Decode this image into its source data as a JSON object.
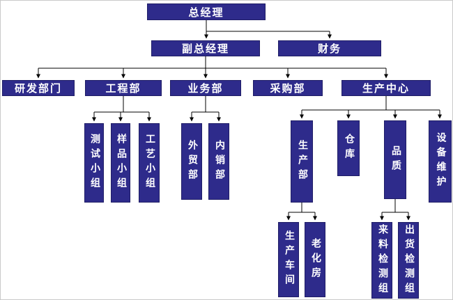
{
  "diagram_type": "org-chart",
  "colors": {
    "box_bg": "#2e2b8b",
    "box_text": "#ffffff",
    "line": "#000000"
  },
  "nodes": {
    "gm": {
      "label": "总经理"
    },
    "dgm": {
      "label": "副总经理"
    },
    "finance": {
      "label": "财务"
    },
    "rnd": {
      "label": "研发部门"
    },
    "engineering": {
      "label": "工程部"
    },
    "business": {
      "label": "业务部"
    },
    "purchasing": {
      "label": "采购部"
    },
    "production_center": {
      "label": "生产中心"
    },
    "test_group": {
      "label": "测试小组"
    },
    "sample_group": {
      "label": "样品小组"
    },
    "process_group": {
      "label": "工艺小组"
    },
    "foreign_trade": {
      "label": "外贸部"
    },
    "domestic_sales": {
      "label": "内销部"
    },
    "production_dept": {
      "label": "生产部"
    },
    "warehouse": {
      "label": "仓库"
    },
    "quality": {
      "label": "品质"
    },
    "equipment_maintenance": {
      "label": "设备维护"
    },
    "production_workshop": {
      "label": "生产车间"
    },
    "aging_room": {
      "label": "老化房"
    },
    "incoming_inspection": {
      "label": "来料检测组"
    },
    "outgoing_inspection": {
      "label": "出货检测组"
    }
  },
  "edges": [
    [
      "gm",
      "dgm"
    ],
    [
      "gm",
      "finance"
    ],
    [
      "dgm",
      "rnd"
    ],
    [
      "dgm",
      "engineering"
    ],
    [
      "dgm",
      "business"
    ],
    [
      "dgm",
      "purchasing"
    ],
    [
      "dgm",
      "production_center"
    ],
    [
      "engineering",
      "test_group"
    ],
    [
      "engineering",
      "sample_group"
    ],
    [
      "engineering",
      "process_group"
    ],
    [
      "business",
      "foreign_trade"
    ],
    [
      "business",
      "domestic_sales"
    ],
    [
      "production_center",
      "production_dept"
    ],
    [
      "production_center",
      "warehouse"
    ],
    [
      "production_center",
      "quality"
    ],
    [
      "production_center",
      "equipment_maintenance"
    ],
    [
      "production_dept",
      "production_workshop"
    ],
    [
      "production_dept",
      "aging_room"
    ],
    [
      "quality",
      "incoming_inspection"
    ],
    [
      "quality",
      "outgoing_inspection"
    ]
  ]
}
